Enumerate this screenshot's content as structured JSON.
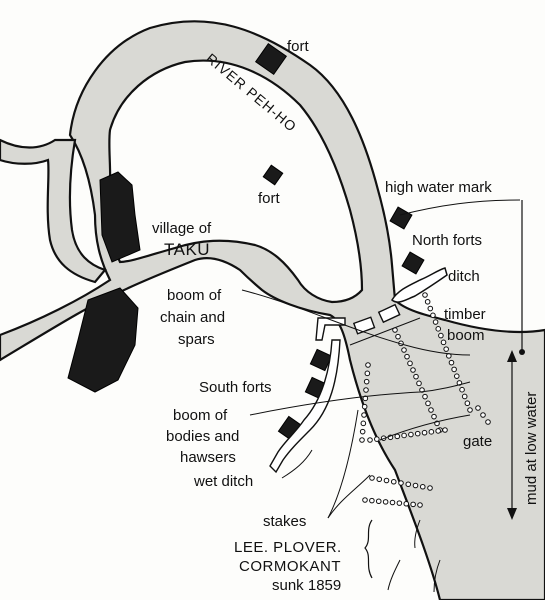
{
  "map": {
    "river_name": "RIVER PEH-HO",
    "labels": {
      "fort_top": "fort",
      "fort_mid": "fort",
      "high_water_mark": "high water mark",
      "village_line1": "village of",
      "village_line2": "TAKU",
      "north_forts": "North forts",
      "ditch": "ditch",
      "boom_chain_1": "boom of",
      "boom_chain_2": "chain and",
      "boom_chain_3": "spars",
      "timber_1": "timber",
      "timber_2": "boom",
      "south_forts": "South forts",
      "boom_bodies_1": "boom of",
      "boom_bodies_2": "bodies and",
      "boom_bodies_3": "hawsers",
      "gate": "gate",
      "wet_ditch": "wet ditch",
      "mud_low_water": "mud at low water",
      "stakes": "stakes",
      "ships_1": "LEE. PLOVER.",
      "ships_2": "CORMOKANT",
      "ships_3": "sunk 1859"
    }
  }
}
